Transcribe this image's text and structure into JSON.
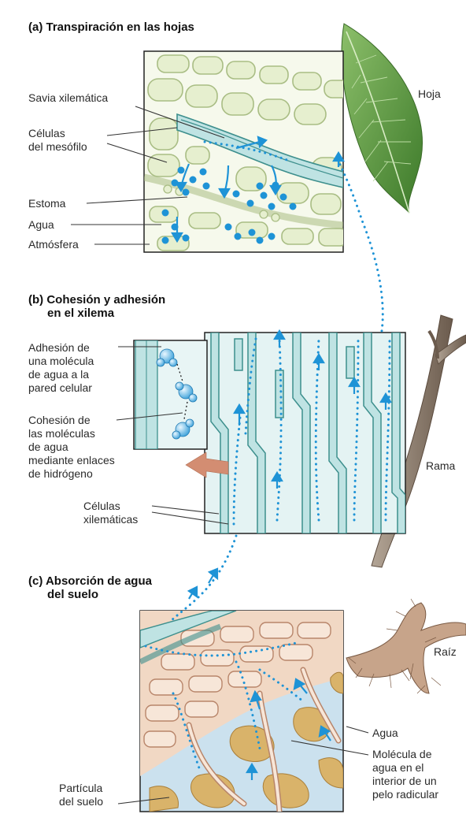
{
  "panels": {
    "a": {
      "heading": "(a) Transpiración en las hojas"
    },
    "b": {
      "heading_line1": "(b) Cohesión y adhesión",
      "heading_line2": "en el xilema"
    },
    "c": {
      "heading_line1": "(c) Absorción de agua",
      "heading_line2": "del suelo"
    }
  },
  "labels": {
    "savia": "Savia xilemática",
    "celulas_meso_1": "Células",
    "celulas_meso_2": "del mesófilo",
    "estoma": "Estoma",
    "agua_a": "Agua",
    "atmosfera": "Atmósfera",
    "hoja": "Hoja",
    "adhesion_1": "Adhesión de",
    "adhesion_2": "una molécula",
    "adhesion_3": "de agua a la",
    "adhesion_4": "pared celular",
    "cohesion_1": "Cohesión de",
    "cohesion_2": "las moléculas",
    "cohesion_3": "de agua",
    "cohesion_4": "mediante enlaces",
    "cohesion_5": "de hidrógeno",
    "xilem_1": "Células",
    "xilem_2": "xilemáticas",
    "rama": "Rama",
    "raiz": "Raíz",
    "agua_c": "Agua",
    "molecula_1": "Molécula de",
    "molecula_2": "agua en el",
    "molecula_3": "interior de un",
    "molecula_4": "pelo radicular",
    "particula_1": "Partícula",
    "particula_2": "del suelo"
  },
  "colors": {
    "water": "#1e93d6",
    "mesophyll_fill": "#e6efcf",
    "mesophyll_stroke": "#a9bd84",
    "xylem_fill": "#bfe3e3",
    "xylem_stroke": "#3d8f8d",
    "root_cell_fill": "#f1d8c4",
    "root_cell_stroke": "#b8856a",
    "soil_fill": "#cbe1ee",
    "soil_particle": "#d9b36a",
    "leaf": "#5f9a3e",
    "branch": "#8a7b6c"
  }
}
